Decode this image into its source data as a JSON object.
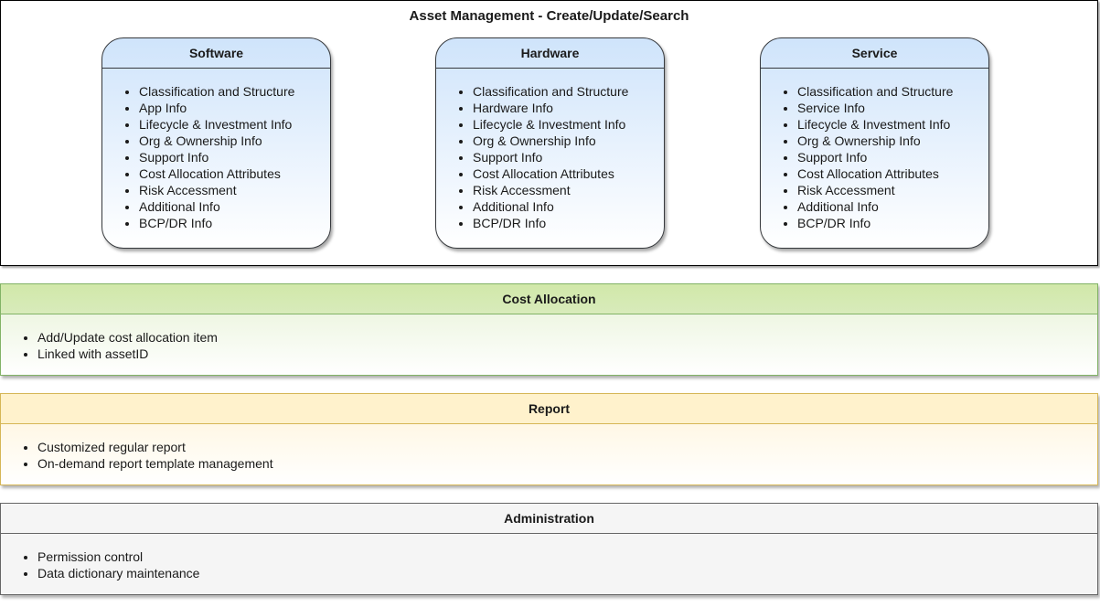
{
  "asset_management": {
    "title": "Asset Management - Create/Update/Search",
    "cards": [
      {
        "title": "Software",
        "items": [
          "Classification and Structure",
          "App Info",
          "Lifecycle & Investment Info",
          "Org & Ownership Info",
          "Support Info",
          "Cost Allocation Attributes",
          "Risk Accessment",
          "Additional Info",
          "BCP/DR Info"
        ]
      },
      {
        "title": "Hardware",
        "items": [
          "Classification and Structure",
          "Hardware Info",
          "Lifecycle & Investment Info",
          "Org & Ownership Info",
          "Support Info",
          "Cost Allocation Attributes",
          "Risk Accessment",
          "Additional Info",
          "BCP/DR Info"
        ]
      },
      {
        "title": "Service",
        "items": [
          "Classification and Structure",
          "Service Info",
          "Lifecycle & Investment Info",
          "Org & Ownership Info",
          "Support Info",
          "Cost Allocation Attributes",
          "Risk Accessment",
          "Additional Info",
          "BCP/DR Info"
        ]
      }
    ]
  },
  "cost_allocation": {
    "title": "Cost Allocation",
    "items": [
      "Add/Update cost allocation item",
      "Linked with assetID"
    ]
  },
  "report": {
    "title": "Report",
    "items": [
      "Customized regular report",
      "On-demand report template management"
    ]
  },
  "administration": {
    "title": "Administration",
    "items": [
      "Permission control",
      "Data dictionary maintenance"
    ]
  },
  "colors": {
    "cost_allocation_header": "#d5e8b4",
    "report_header": "#fff2cc",
    "administration_header": "#f5f5f5",
    "card_gradient_top": "#cfe4fb"
  }
}
